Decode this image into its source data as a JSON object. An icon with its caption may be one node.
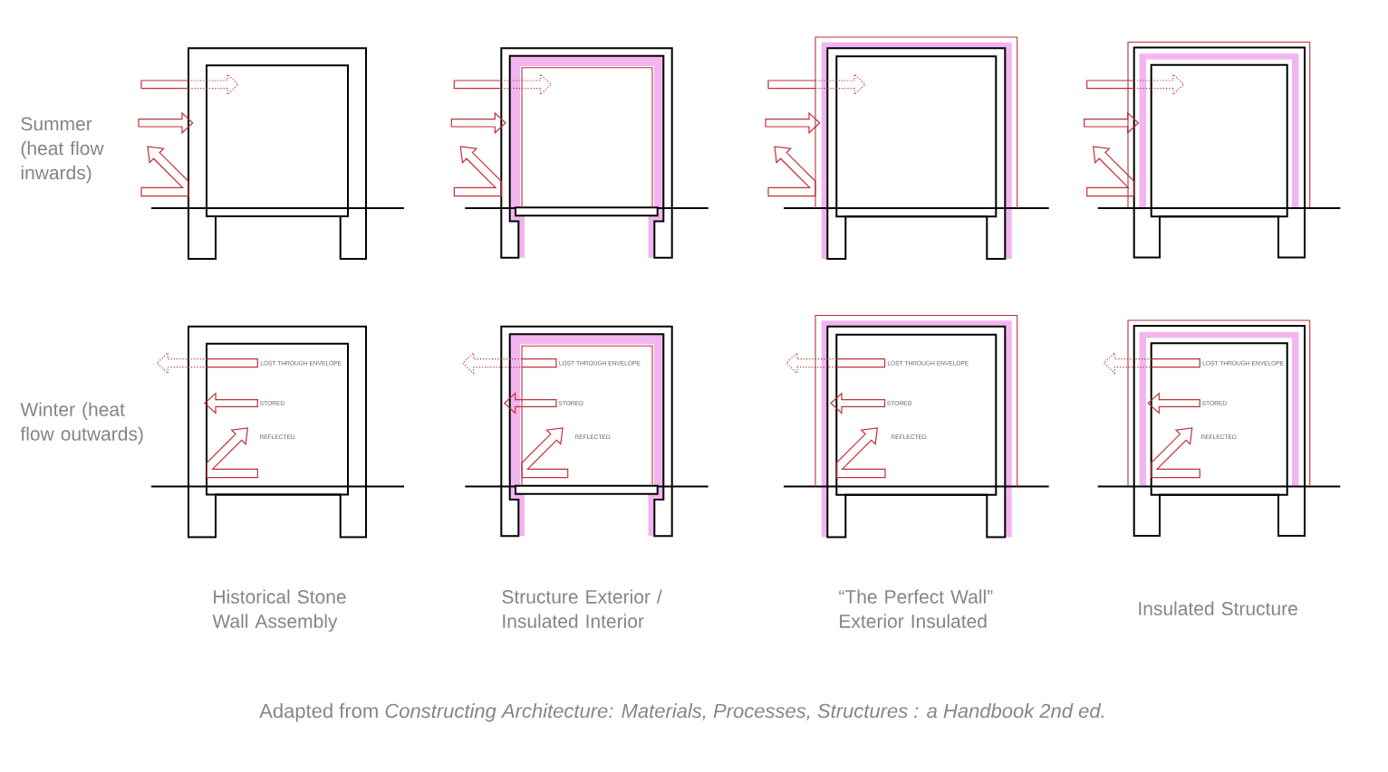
{
  "diagram": {
    "caption": "Adapted from *Constructing Architecture: Materials, Processes, Structures : a Handbook 2nd ed.*",
    "labels": [
      "Summer (heat flow inwards)",
      "Winter (heat flow outwards)",
      "LOST THROUGH ENVELOPE",
      "STORED",
      "REFLECTED",
      "LOST THROUGH ENVELOPE",
      "STORED",
      "REFLECTED",
      "LOST THROUGH ENVELOPE",
      "STORED",
      "REFLECTED",
      "LOST THROUGH ENVELOPE",
      "STORED",
      "REFLECTED",
      "Historical Stone Wall Assembly",
      "Structure Exterior / Insulated Interior",
      "“The Perfect Wall” Exterior Insulated",
      "Insulated Structure"
    ]
  }
}
